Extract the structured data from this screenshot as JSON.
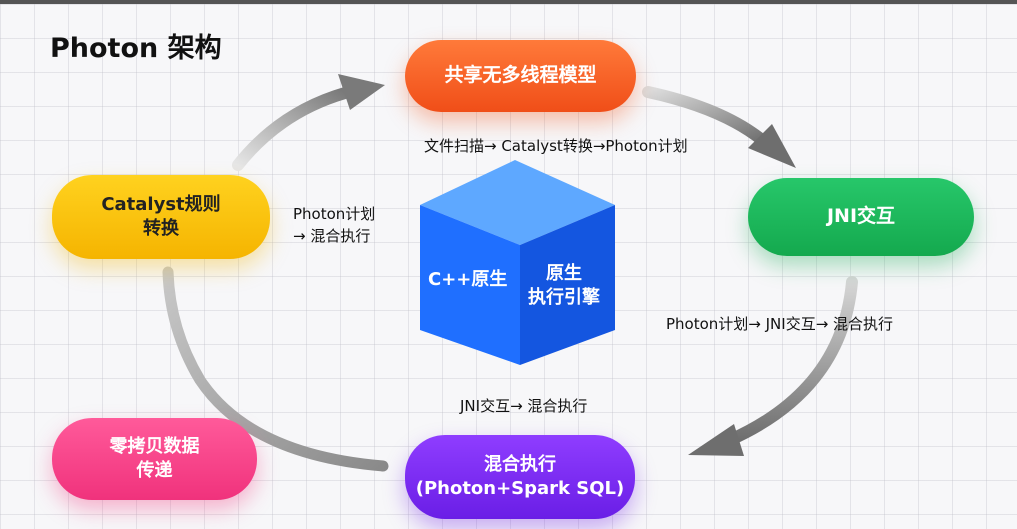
{
  "title": "Photon 架构",
  "nodes": {
    "shared_thread_model": "共享无多线程模型",
    "jni_interaction": "JNI交互",
    "catalyst": [
      "Catalyst规则",
      "转换"
    ],
    "zero_copy": [
      "零拷贝数据",
      "传递"
    ],
    "mixed_execution": [
      "混合执行",
      "(Photon+Spark SQL)"
    ]
  },
  "cube": {
    "front_label": "C++原生",
    "side_label": [
      "原生",
      "执行引擎"
    ]
  },
  "edge_labels": {
    "top": "文件扫描→ Catalyst转换→Photon计划",
    "left": [
      "Photon计划",
      "→ 混合执行"
    ],
    "right": "Photon计划→ JNI交互→ 混合执行",
    "bottom": "JNI交互→ 混合执行"
  },
  "colors": {
    "orange": "#f04e18",
    "green": "#14a94e",
    "yellow": "#f5b400",
    "pink": "#f0327c",
    "purple": "#6a1ee6",
    "blue": "#1f6fff"
  }
}
